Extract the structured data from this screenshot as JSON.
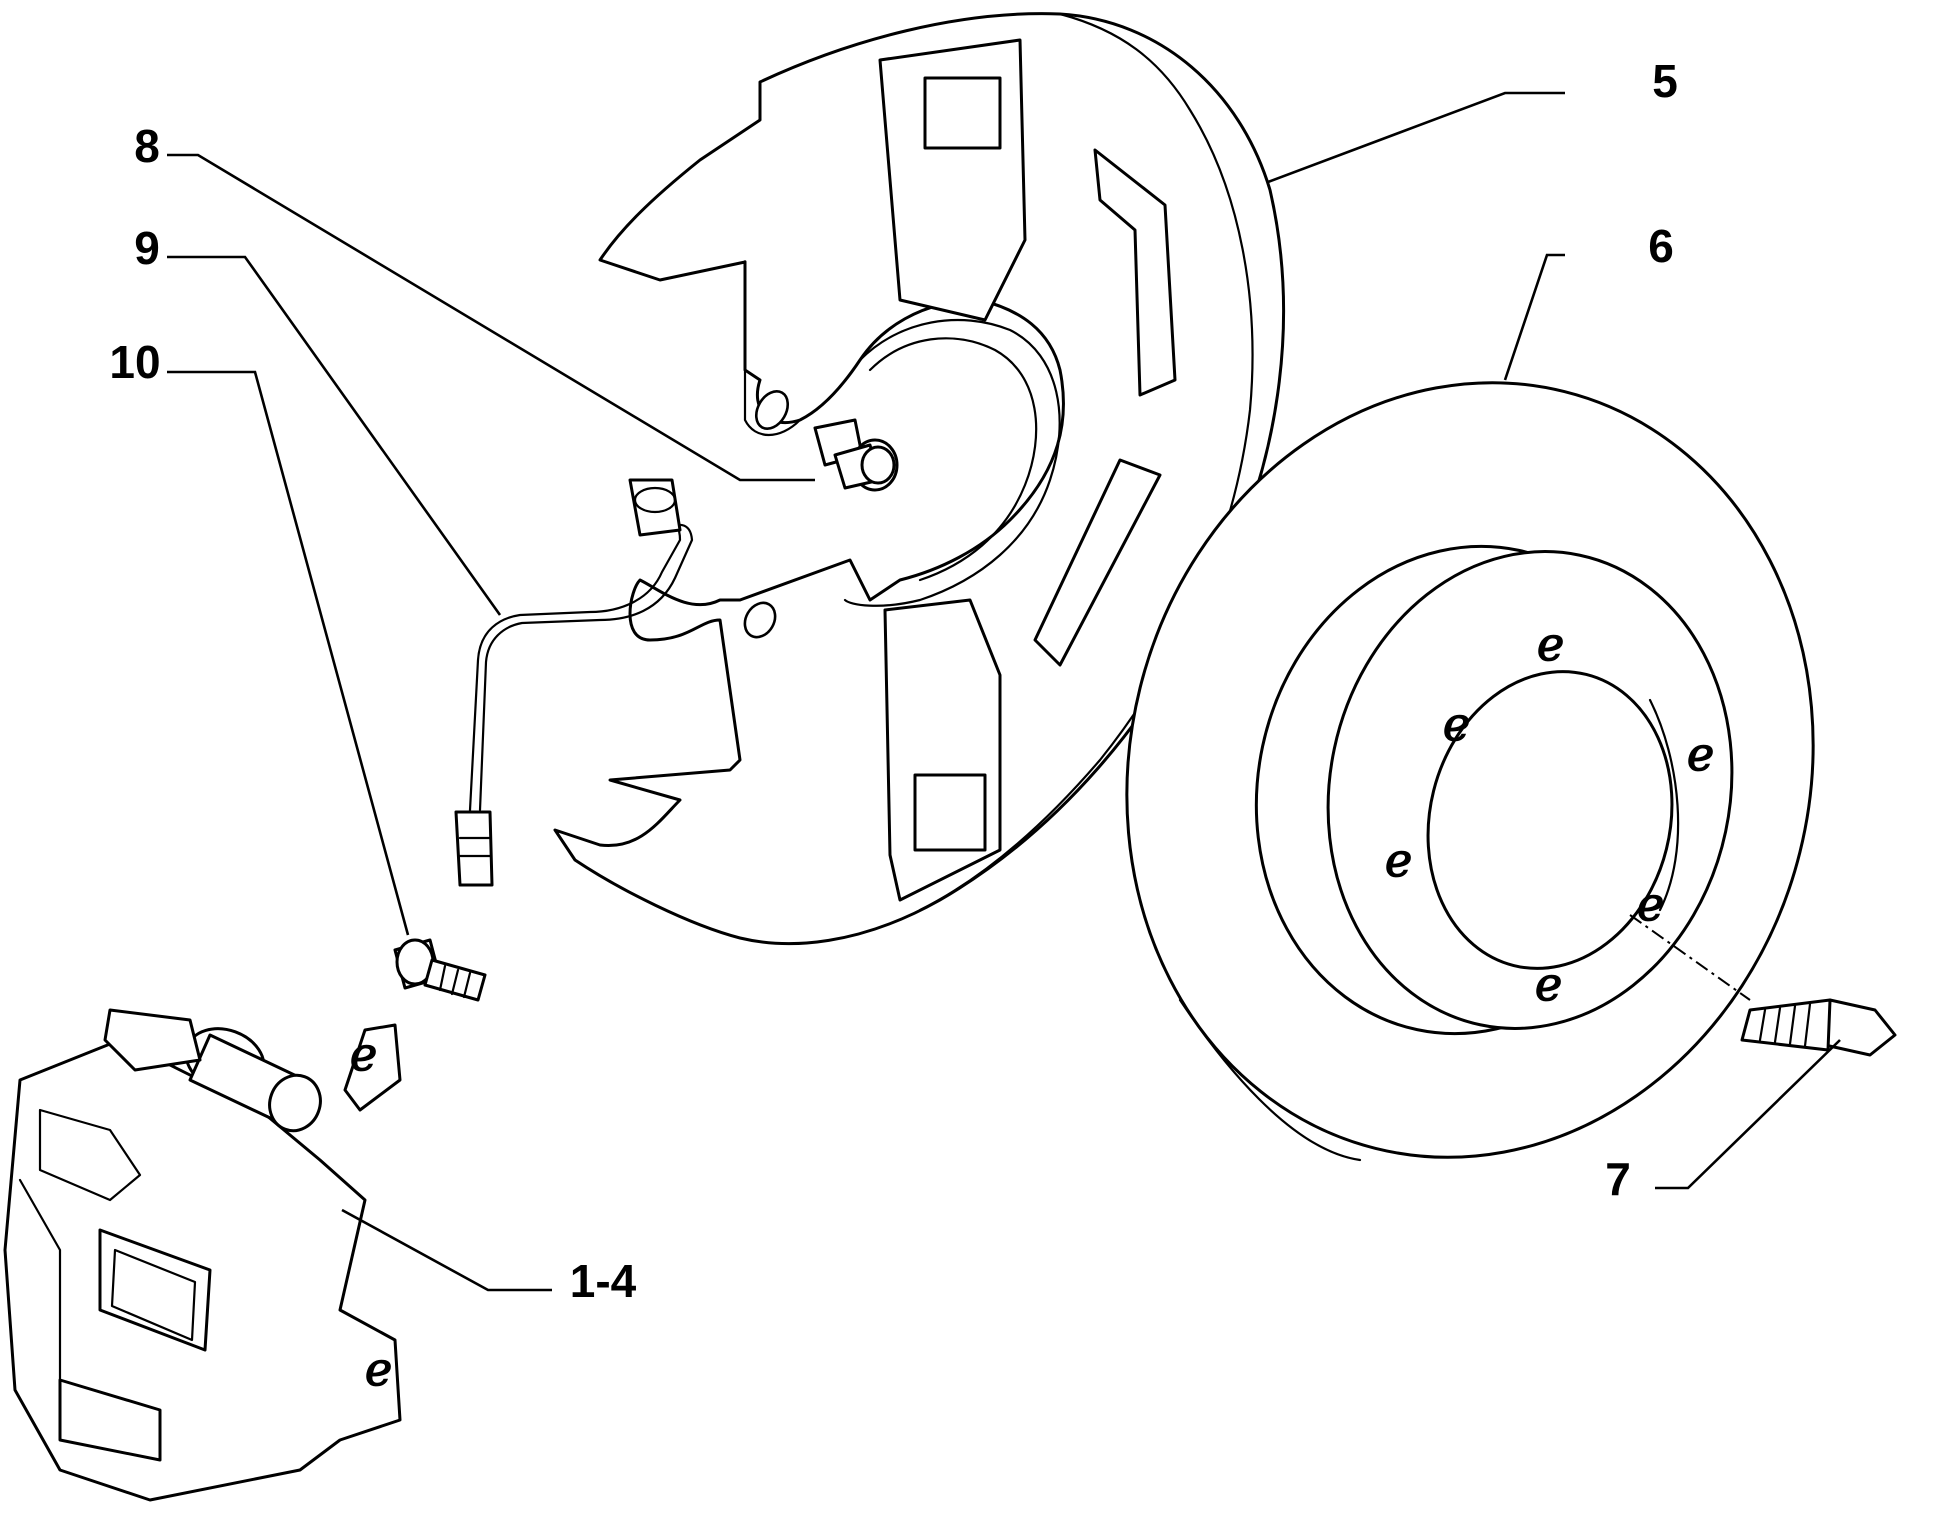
{
  "callouts": {
    "c5": "5",
    "c6": "6",
    "c7": "7",
    "c8": "8",
    "c9": "9",
    "c10": "10",
    "c14": "1-4"
  }
}
